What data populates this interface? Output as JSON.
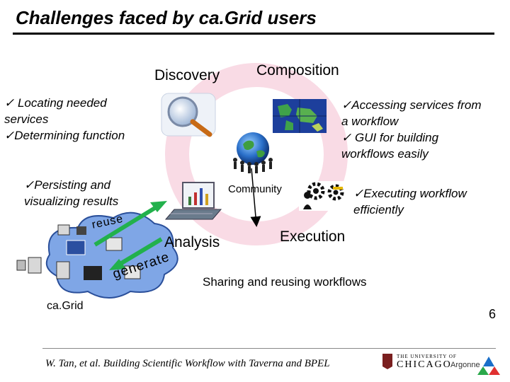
{
  "slide": {
    "title": "Challenges faced by ca.Grid users",
    "page_number": "6",
    "footer": "W. Tan, et al. Building Scientific Workflow with Taverna and BPEL"
  },
  "cycle": {
    "discovery": "Discovery",
    "composition": "Composition",
    "analysis": "Analysis",
    "execution": "Execution",
    "community": "Community",
    "reuse": "reuse",
    "generate": "generate",
    "cagrid": "ca.Grid",
    "sharing": "Sharing and reusing workflows"
  },
  "bullets": {
    "discovery": [
      "✓ Locating needed",
      "services",
      "✓Determining function"
    ],
    "composition": [
      "✓Accessing services from",
      "a workflow",
      "✓ GUI for building",
      "workflows easily"
    ],
    "analysis": [
      "✓Persisting and",
      "visualizing results"
    ],
    "execution": [
      "✓Executing workflow",
      "efficiently"
    ]
  },
  "logos": {
    "university_line1": "THE UNIVERSITY OF",
    "university_line2": "CHICAGO",
    "argonne": "Argonne"
  },
  "colors": {
    "ring": "#f9dbe5",
    "arrow_green": "#22b14c",
    "cloud": "#7fa6e6"
  }
}
